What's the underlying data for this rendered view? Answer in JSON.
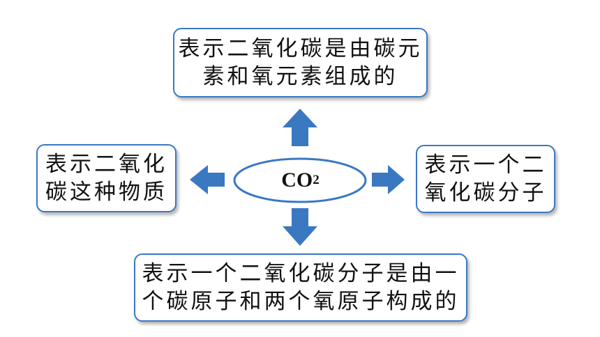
{
  "center": {
    "formula": "CO",
    "subscript": "2"
  },
  "top": {
    "line1": "表示二氧化碳是由碳元",
    "line2": "素和氧元素组成的"
  },
  "left": {
    "line1": "表示二氧化",
    "line2": "碳这种物质"
  },
  "right": {
    "line1": "表示一个二",
    "line2": "氧化碳分子"
  },
  "bottom": {
    "line1": "表示一个二氧化碳分子是由一",
    "line2": "个碳原子和两个氧原子构成的"
  },
  "colors": {
    "border": "#3a78c2",
    "arrow": "#3a78c2",
    "text": "#111111"
  }
}
